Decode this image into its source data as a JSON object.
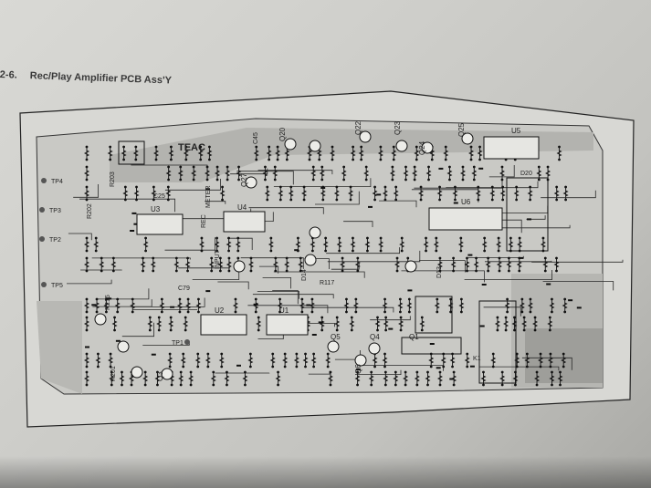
{
  "document": {
    "figure_number": "2-6.",
    "figure_title": "Rec/Play Amplifier PCB Ass'Y"
  },
  "test_points": [
    "TP4",
    "TP3",
    "TP2",
    "TP5",
    "TP1"
  ],
  "ic_labels": [
    "U1",
    "U2",
    "U3",
    "U4",
    "U5",
    "U6"
  ],
  "transistor_labels": [
    "Q1",
    "Q3",
    "Q4",
    "Q5",
    "Q6",
    "Q20",
    "Q22",
    "Q23",
    "Q24",
    "Q25",
    "Q27"
  ],
  "diode_labels": [
    "D13",
    "D14",
    "D20"
  ],
  "misc_labels": [
    "R117",
    "R201",
    "R202",
    "R203",
    "R215",
    "C45",
    "C79",
    "C25",
    "TEAC",
    "METER",
    "INPUT",
    "REC",
    "K1"
  ],
  "colors": {
    "paper": "#d5d5d1",
    "ink": "#1e1e1e",
    "board_fill": "#b9b9b5"
  }
}
